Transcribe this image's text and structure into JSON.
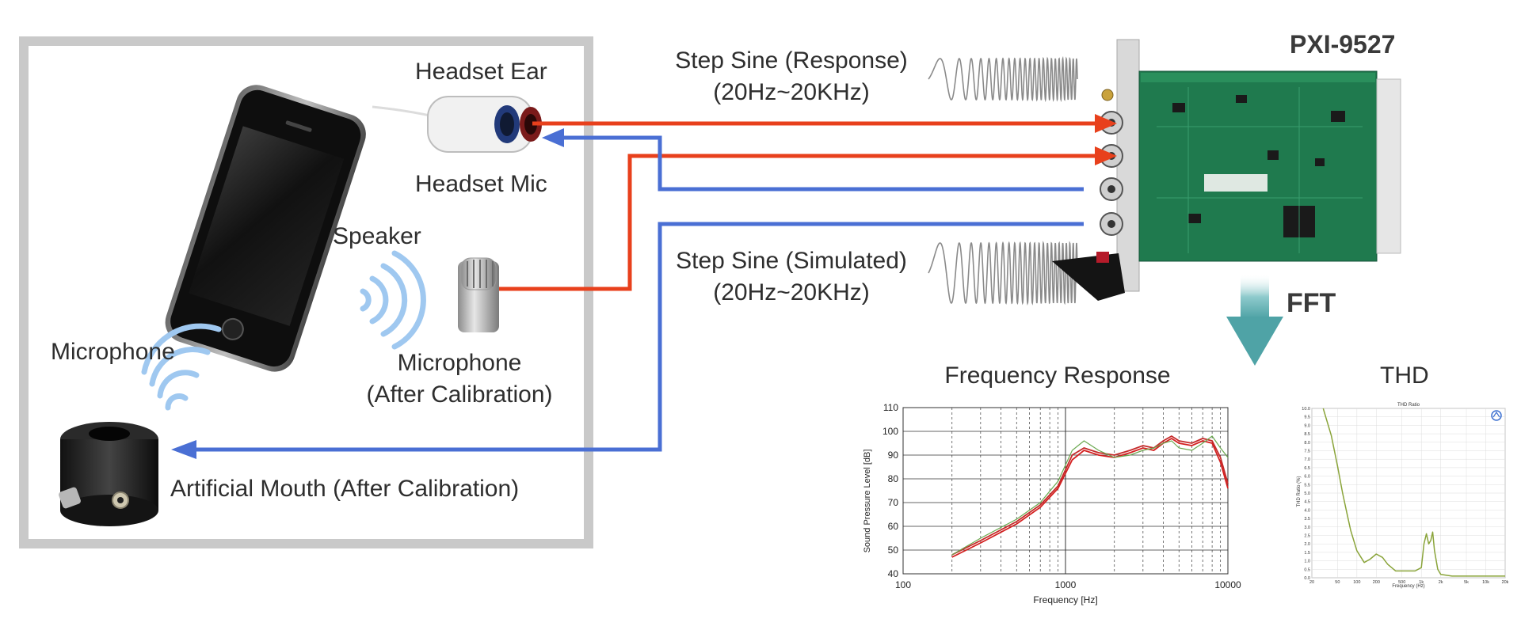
{
  "labels": {
    "headset_ear": "Headset Ear",
    "headset_mic": "Headset Mic",
    "speaker": "Speaker",
    "microphone_phone": "Microphone",
    "microphone_cal_line1": "Microphone",
    "microphone_cal_line2": "(After Calibration)",
    "artificial_mouth": "Artificial Mouth (After Calibration)",
    "step_sine_response_line1": "Step Sine (Response)",
    "step_sine_response_line2": "(20Hz~20KHz)",
    "step_sine_simulated_line1": "Step Sine (Simulated)",
    "step_sine_simulated_line2": "(20Hz~20KHz)",
    "device": "PXI-9527",
    "fft": "FFT",
    "freq_title": "Frequency Response",
    "thd_title": "THD"
  },
  "colors": {
    "signal_out": "#e8401c",
    "signal_in": "#4a6fd4",
    "wave": "#9fc8f0",
    "fft_arrow": "#5aa9ab",
    "pcb": "#1f7a4e"
  },
  "chart_data": [
    {
      "type": "line",
      "title": "Frequency Response",
      "xlabel": "Frequency [Hz]",
      "ylabel": "Sound Pressure Level [dB]",
      "xscale": "log",
      "xlim": [
        100,
        10000
      ],
      "ylim": [
        40,
        110
      ],
      "xticks": [
        "100",
        "1000",
        "10000"
      ],
      "yticks": [
        "110",
        "100",
        "90",
        "80",
        "70",
        "60",
        "50",
        "40"
      ],
      "grid": true,
      "series": [
        {
          "color": "#d42020",
          "x": [
            200,
            300,
            500,
            700,
            900,
            1100,
            1300,
            1600,
            2000,
            2500,
            3000,
            3500,
            4000,
            4500,
            5000,
            6000,
            7000,
            8000,
            9000,
            10000
          ],
          "values": [
            47,
            53,
            61,
            68,
            76,
            88,
            92,
            90,
            89,
            91,
            93,
            92,
            95,
            97,
            95,
            94,
            96,
            95,
            87,
            76
          ]
        },
        {
          "color": "#c42a2a",
          "x": [
            200,
            300,
            500,
            700,
            900,
            1100,
            1300,
            1600,
            2000,
            2500,
            3000,
            3500,
            4000,
            4500,
            5000,
            6000,
            7000,
            8000,
            9000,
            10000
          ],
          "values": [
            48,
            54,
            62,
            69,
            77,
            90,
            93,
            91,
            90,
            92,
            94,
            93,
            96,
            98,
            96,
            95,
            97,
            96,
            89,
            78
          ]
        },
        {
          "color": "#6aa84f",
          "x": [
            200,
            300,
            500,
            700,
            900,
            1100,
            1300,
            1600,
            2000,
            2500,
            3000,
            3500,
            4000,
            4500,
            5000,
            6000,
            7000,
            8000,
            9000,
            10000
          ],
          "values": [
            48,
            55,
            63,
            70,
            79,
            92,
            96,
            92,
            89,
            90,
            92,
            93,
            95,
            96,
            93,
            92,
            95,
            98,
            93,
            89
          ]
        }
      ]
    },
    {
      "type": "line",
      "title": "THD Ratio",
      "xlabel": "Frequency (Hz)",
      "ylabel": "THD Ratio (%)",
      "xscale": "log",
      "xlim": [
        20,
        20000
      ],
      "ylim": [
        0,
        10
      ],
      "xticks": [
        "20",
        "50",
        "100",
        "200",
        "500",
        "1k",
        "2k",
        "5k",
        "10k",
        "20k"
      ],
      "yticks": [
        "10.0",
        "9.5",
        "9.0",
        "8.5",
        "8.0",
        "7.5",
        "7.0",
        "6.5",
        "6.0",
        "5.5",
        "5.0",
        "4.5",
        "4.0",
        "3.5",
        "3.0",
        "2.5",
        "2.0",
        "1.5",
        "1.0",
        "0.5",
        "0.0"
      ],
      "grid": true,
      "series": [
        {
          "color": "#8aa43a",
          "x": [
            30,
            40,
            50,
            60,
            70,
            80,
            100,
            130,
            160,
            200,
            250,
            300,
            400,
            600,
            800,
            1000,
            1100,
            1200,
            1300,
            1400,
            1500,
            1600,
            1800,
            2000,
            3000,
            5000,
            10000,
            20000
          ],
          "values": [
            10.0,
            8.4,
            6.6,
            5.0,
            3.8,
            2.8,
            1.6,
            0.9,
            1.1,
            1.4,
            1.2,
            0.8,
            0.4,
            0.4,
            0.4,
            0.6,
            2.0,
            2.6,
            2.0,
            2.2,
            2.7,
            1.6,
            0.5,
            0.2,
            0.1,
            0.1,
            0.1,
            0.1
          ]
        }
      ]
    }
  ]
}
